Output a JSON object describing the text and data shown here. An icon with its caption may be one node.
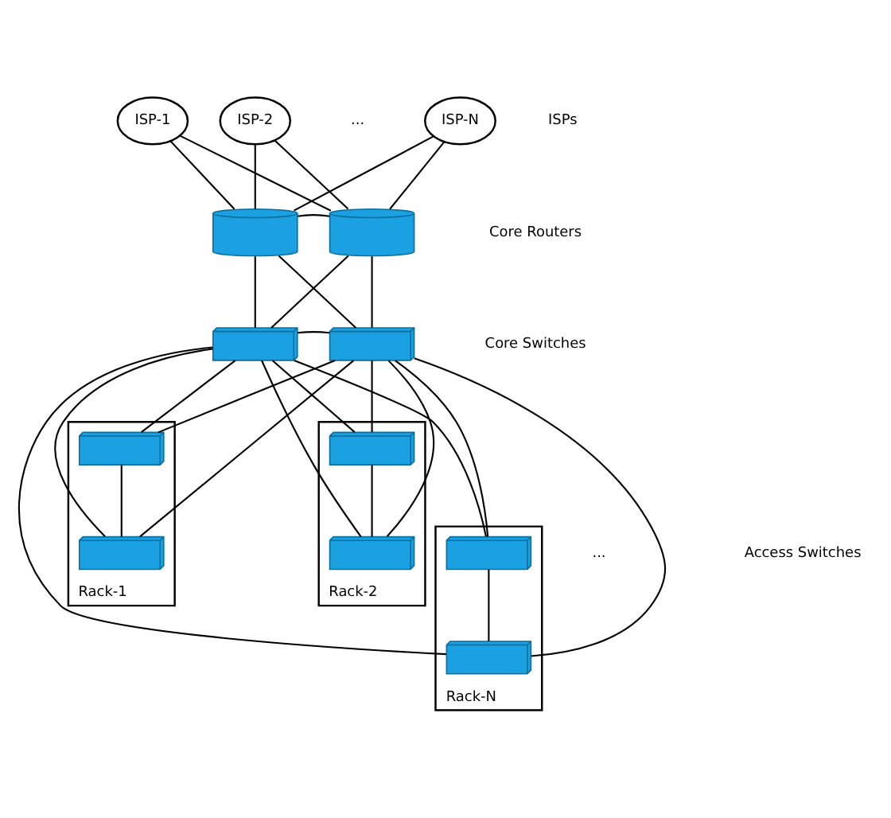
{
  "diagram": {
    "nodes": [
      {
        "text": [
          "ISP-1"
        ]
      },
      {
        "text": [
          "ISP-2"
        ]
      },
      {
        "text": [
          "ISP-N"
        ]
      },
      {
        "text": [],
        "shape": "cylinder"
      },
      {
        "text": [],
        "shape": "cylinder"
      },
      {
        "text": [],
        "shape": "box"
      },
      {
        "text": [],
        "shape": "box"
      },
      {
        "text": [
          "Rack-1"
        ]
      },
      {
        "text": [],
        "shape": "box",
        "in": 7
      },
      {
        "text": [],
        "shape": "box",
        "in": 7
      },
      {
        "text": [
          "Rack-2"
        ]
      },
      {
        "text": [],
        "shape": "box",
        "in": 10
      },
      {
        "text": [],
        "shape": "box",
        "in": 10
      },
      {
        "text": [
          "Rack-N"
        ]
      },
      {
        "text": [],
        "shape": "box",
        "in": 13
      },
      {
        "text": [],
        "shape": "box",
        "in": 13
      }
    ],
    "edges": [
      {
        "from": 0,
        "to": 3,
        "arrow": "none"
      },
      {
        "from": 0,
        "to": 4,
        "arrow": "none"
      },
      {
        "from": 1,
        "to": 3,
        "arrow": "none"
      },
      {
        "from": 1,
        "to": 4,
        "arrow": "none"
      },
      {
        "from": 2,
        "to": 3,
        "arrow": "none"
      },
      {
        "from": 2,
        "to": 4,
        "arrow": "none"
      },
      {
        "from": 3,
        "to": 4,
        "arrow": "none"
      },
      {
        "from": 3,
        "to": 5,
        "arrow": "none"
      },
      {
        "from": 3,
        "to": 6,
        "arrow": "none"
      },
      {
        "from": 4,
        "to": 5,
        "arrow": "none"
      },
      {
        "from": 4,
        "to": 6,
        "arrow": "none"
      },
      {
        "from": 5,
        "to": 6,
        "arrow": "none"
      },
      {
        "from": 5,
        "to": 8,
        "arrow": "none"
      },
      {
        "from": 5,
        "to": 9,
        "arrow": "none"
      },
      {
        "from": 5,
        "to": 11,
        "arrow": "none"
      },
      {
        "from": 5,
        "to": 12,
        "arrow": "none"
      },
      {
        "from": 5,
        "to": 14,
        "arrow": "none"
      },
      {
        "from": 5,
        "to": 15,
        "arrow": "none"
      },
      {
        "from": 6,
        "to": 8,
        "arrow": "none"
      },
      {
        "from": 6,
        "to": 9,
        "arrow": "none"
      },
      {
        "from": 6,
        "to": 11,
        "arrow": "none"
      },
      {
        "from": 6,
        "to": 12,
        "arrow": "none"
      },
      {
        "from": 6,
        "to": 14,
        "arrow": "none"
      },
      {
        "from": 6,
        "to": 15,
        "arrow": "none"
      },
      {
        "from": 8,
        "to": 9,
        "arrow": "none"
      },
      {
        "from": 11,
        "to": 12,
        "arrow": "none"
      },
      {
        "from": 14,
        "to": 15,
        "arrow": "none"
      }
    ],
    "labels": [
      "...",
      "ISPs",
      "Core Routers",
      "Core Switches",
      "Access Switches",
      "..."
    ]
  }
}
